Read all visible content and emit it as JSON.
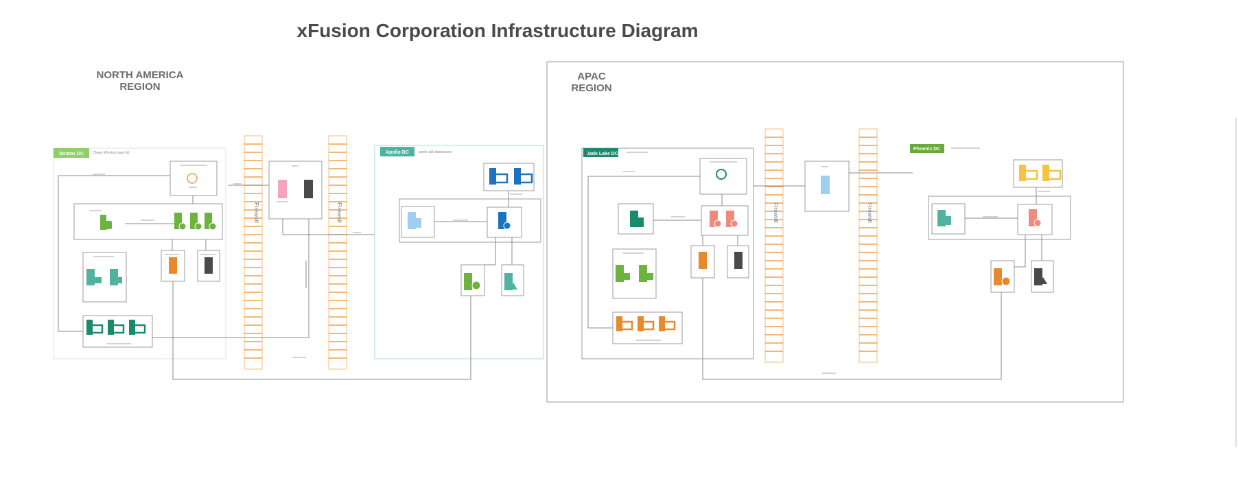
{
  "title": "xFusion Corporation Infrastructure Diagram",
  "regions": {
    "north_america": {
      "label_line1": "NORTH AMERICA",
      "label_line2": "REGION"
    },
    "apac": {
      "label_line1": "APAC",
      "label_line2": "REGION"
    }
  },
  "datacenters": {
    "stratos": {
      "tag": "Stratos DC",
      "subtitle": "Chase Winston base ltd.",
      "color": "#8fce6b",
      "border": "#d8e8b8"
    },
    "apollo": {
      "tag": "Apollo DC",
      "subtitle": "apollo dal dataspaces",
      "color": "#4fb3a0",
      "border": "#a8dcd2"
    },
    "jade_lake": {
      "tag": "Jade Lake DC",
      "color": "#1a8a6e",
      "border": "#9b9b9b"
    },
    "phoenix": {
      "tag": "Phoenix DC",
      "color": "#6aaa3a"
    }
  },
  "firewalls": {
    "label": "Firewall"
  },
  "colors": {
    "firewall": "#f0a048",
    "green": "#6cb33f",
    "teal": "#4fb3a0",
    "orange": "#e8892b",
    "dark": "#4a4a4a",
    "pink": "#f4a3c0",
    "lightblue": "#9fcfee",
    "blue": "#1e73be",
    "salmon": "#f08a7c",
    "yellow": "#f5c242",
    "darkgreen": "#1a8a6e"
  }
}
